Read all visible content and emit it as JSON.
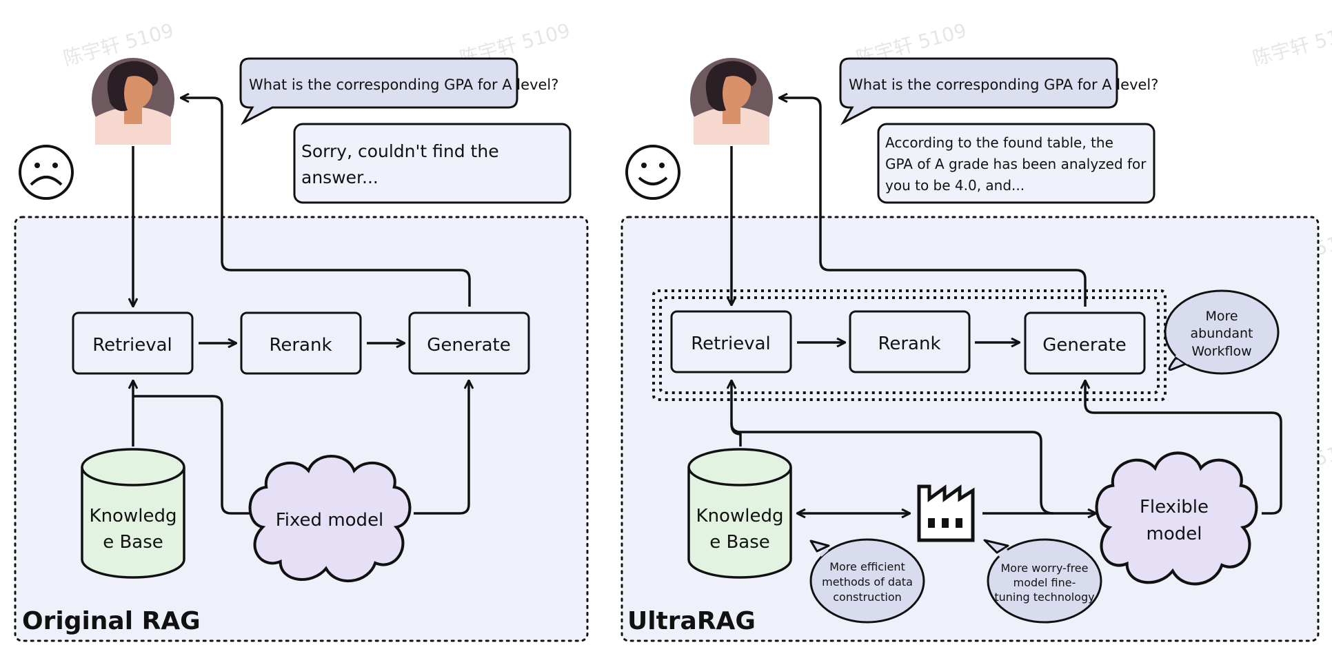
{
  "colors": {
    "panel_fill": "#eef1fa",
    "bubble_fill": "#dcdff0",
    "answer_fill": "#eff2fb",
    "cloud_fill": "#e6e0f7",
    "db_fill": "#e2f3e1",
    "callout_fill": "#d9dcef",
    "stroke": "#111111",
    "skin": "#d9916a",
    "hair": "#2a1f24",
    "shirt": "#f6d8cf",
    "avatar_bg": "#6e5a5e"
  },
  "icons": {
    "sad_face": "sad-face-icon",
    "happy_face": "smiley-face-icon",
    "factory": "factory-icon",
    "user": "user-avatar-icon"
  },
  "watermark": "陈宇轩 5109",
  "original": {
    "title": "Original RAG",
    "question": "What is the corresponding GPA for A level?",
    "answer_lines": [
      "Sorry, couldn't find the",
      "answer..."
    ],
    "nodes": {
      "retrieval": "Retrieval",
      "rerank": "Rerank",
      "generate": "Generate"
    },
    "kb_lines": [
      "Knowledg",
      "e Base"
    ],
    "model_label": "Fixed model"
  },
  "ultra": {
    "title": "UltraRAG",
    "question": "What is the corresponding GPA for A level?",
    "answer_lines": [
      "According to the found table, the",
      "GPA of A grade has been analyzed for",
      "you to be 4.0, and..."
    ],
    "nodes": {
      "retrieval": "Retrieval",
      "rerank": "Rerank",
      "generate": "Generate"
    },
    "kb_lines": [
      "Knowledg",
      "e Base"
    ],
    "model_lines": [
      "Flexible",
      "model"
    ],
    "callout_workflow": [
      "More",
      "abundant",
      "Workflow"
    ],
    "callout_data": [
      "More efficient",
      "methods of data",
      "construction"
    ],
    "callout_finetune": [
      "More worry-free",
      "model fine-",
      "tuning technology"
    ]
  }
}
